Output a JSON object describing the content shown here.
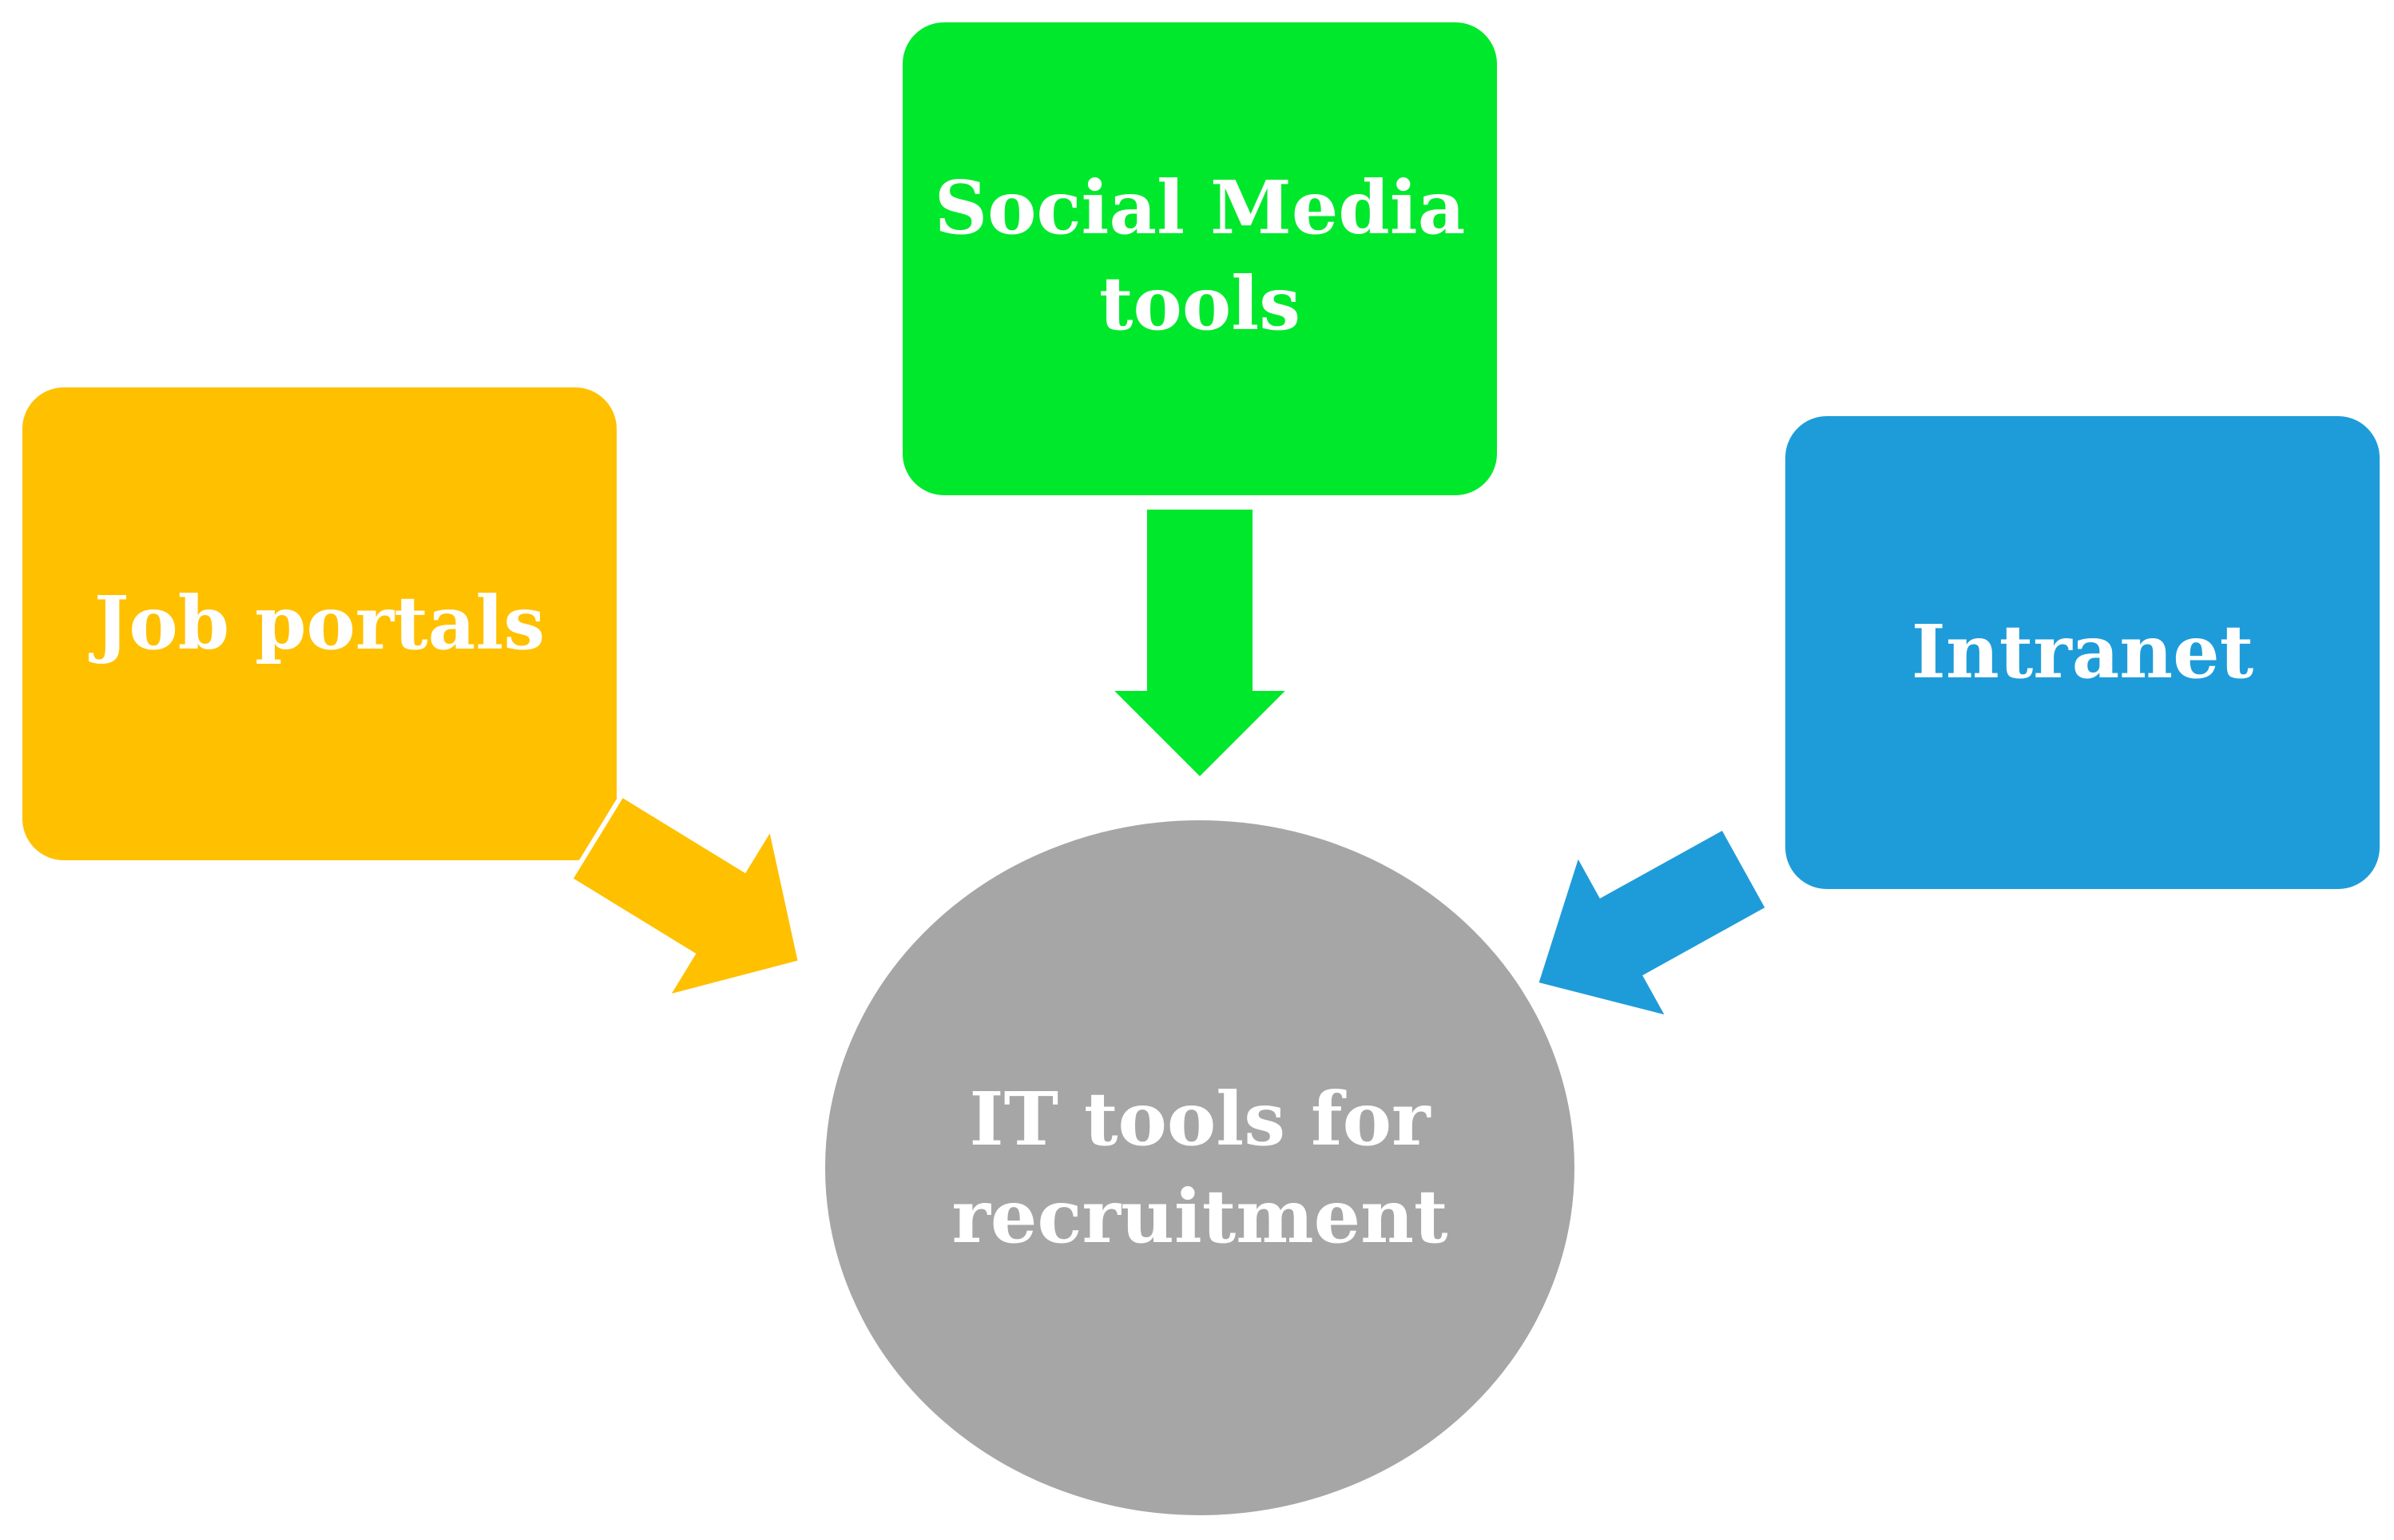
{
  "diagram": {
    "center": {
      "line1": "IT tools for",
      "line2": "recruitment",
      "color": "#A6A6A6"
    },
    "job_portals": {
      "label": "Job portals",
      "color": "#FFC000"
    },
    "social_media": {
      "line1": "Social Media",
      "line2": "tools",
      "color": "#00E82C"
    },
    "intranet": {
      "label": "Intranet",
      "color": "#1E9CD9"
    }
  }
}
